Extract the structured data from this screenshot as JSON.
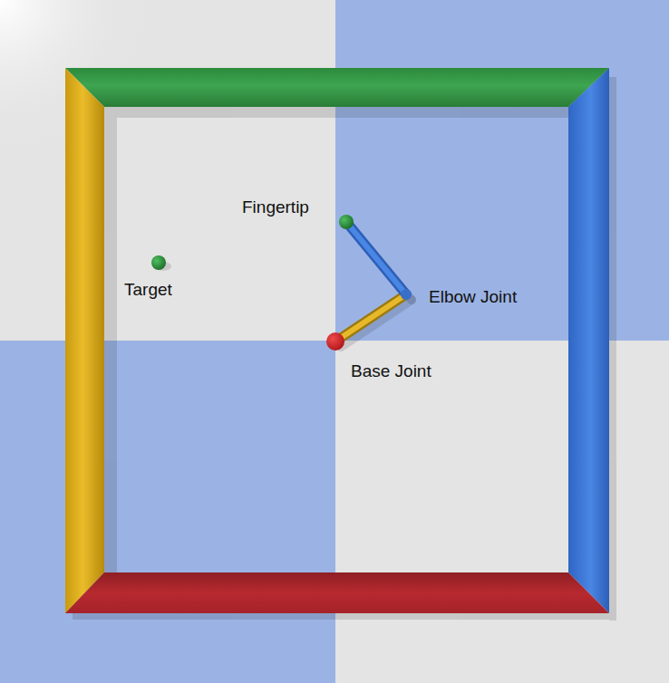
{
  "diagram": {
    "labels": [
      "Fingertip",
      "Target",
      "Elbow Joint",
      "Base Joint"
    ]
  }
}
